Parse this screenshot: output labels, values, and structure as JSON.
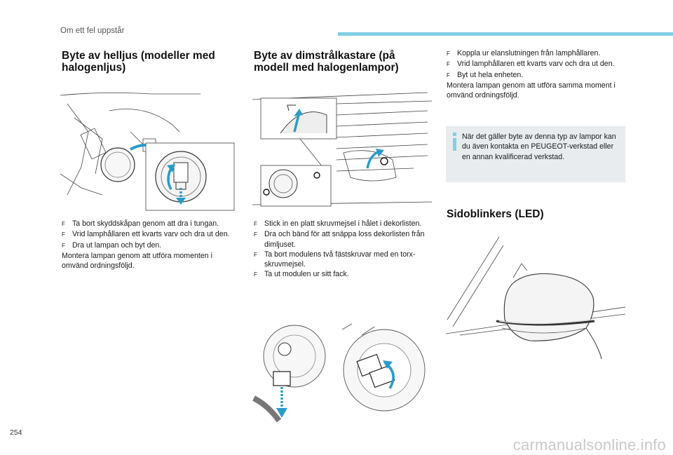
{
  "header": {
    "section_label": "Om ett fel uppstår"
  },
  "col1": {
    "title": "Byte av helljus (modeller med halogenljus)",
    "bullets": [
      "Ta bort skyddskåpan genom att dra i tungan.",
      "Vrid lamphållaren ett kvarts varv och dra ut den.",
      "Dra ut lampan och byt den."
    ],
    "note": "Montera lampan genom att utföra momenten i omvänd ordningsföljd."
  },
  "col2": {
    "title": "Byte av dimstrålkastare (på modell med halogenlampor)",
    "bullets": [
      "Stick in en platt skruvmejsel i hålet i dekorlisten.",
      "Dra och bänd för att snäppa loss dekorlisten från dimljuset.",
      "Ta bort modulens två fästskruvar med en torx-skruvmejsel.",
      "Ta ut modulen ur sitt fack."
    ]
  },
  "col3": {
    "bullets": [
      "Koppla ur elanslutningen från lamphållaren.",
      "Vrid lamphållaren ett kvarts varv och dra ut den.",
      "Byt ut hela enheten."
    ],
    "note": "Montera lampan genom att utföra samma moment i omvänd ordningsföljd.",
    "info": "När det gäller byte av denna typ av lampor kan du även kontakta en PEUGEOT-verkstad eller en annan kvalificerad verkstad.",
    "side_title": "Sidoblinkers (LED)"
  },
  "bullet_symbol": "F",
  "footer": {
    "page_number": "254",
    "watermark": "carmanualsonline.info"
  },
  "colors": {
    "accent": "#7fd0e6",
    "arrow": "#2a9bc9",
    "info_bg": "#e8ecef"
  }
}
